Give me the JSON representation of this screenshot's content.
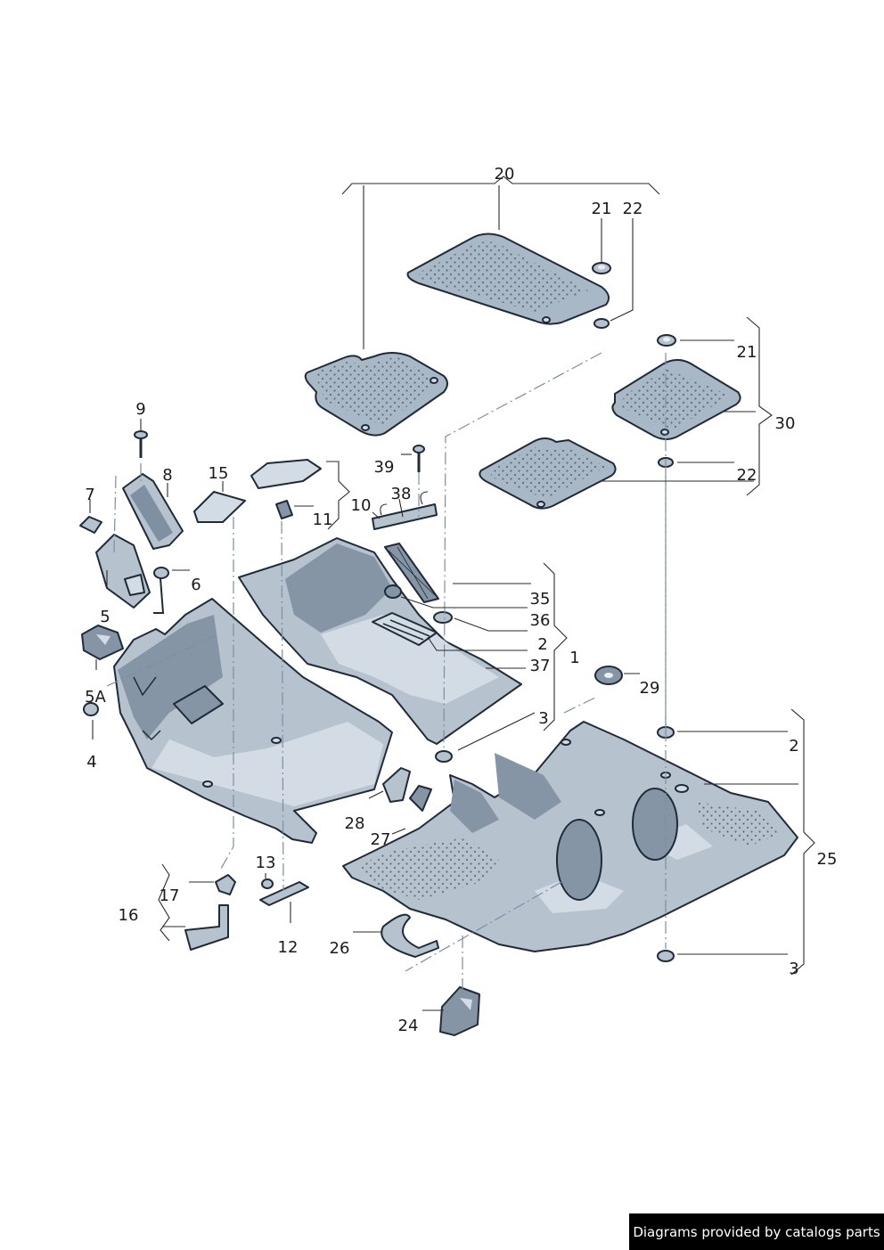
{
  "callouts": {
    "c1": "1",
    "c2a": "2",
    "c2b": "2",
    "c3a": "3",
    "c3b": "3",
    "c4": "4",
    "c5": "5",
    "c5a": "5A",
    "c6": "6",
    "c7": "7",
    "c8": "8",
    "c9": "9",
    "c10": "10",
    "c11": "11",
    "c12": "12",
    "c13": "13",
    "c15": "15",
    "c16": "16",
    "c17": "17",
    "c20": "20",
    "c21a": "21",
    "c21b": "21",
    "c22a": "22",
    "c22b": "22",
    "c24": "24",
    "c25": "25",
    "c26": "26",
    "c27": "27",
    "c28": "28",
    "c29": "29",
    "c30": "30",
    "c35": "35",
    "c36": "36",
    "c37": "37",
    "c38": "38",
    "c39": "39"
  },
  "footer": {
    "credit": "Diagrams provided by catalogs parts"
  },
  "colors": {
    "part_fill": "#a9b8c6",
    "outline": "#1f2b38",
    "centerline": "#7a8fa3"
  }
}
